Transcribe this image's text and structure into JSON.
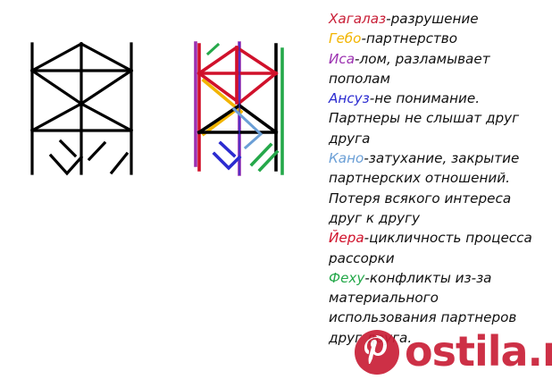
{
  "colors": {
    "hagalaz": "#c91f37",
    "gebo": "#f2b400",
    "isa": "#9b30b0",
    "ansuz": "#2b2bd0",
    "kano": "#6b9fd6",
    "yera": "#d0112b",
    "fehu": "#25a84a",
    "black": "#000000",
    "watermark": "#c91f37"
  },
  "legend": [
    {
      "rune": "Хагалаз",
      "text": "-разрушение"
    },
    {
      "rune": "Гебо",
      "text": "-партнерство"
    },
    {
      "rune": "Иса",
      "text": "-лом, разламывает пополам"
    },
    {
      "rune": "Ансуз",
      "text": "-не понимание. Партнеры не слышат друг друга"
    },
    {
      "rune": "Кано",
      "text": "-затухание, закрытие партнерских отношений. Потеря всякого интереса друг к другу"
    },
    {
      "rune": "Йера",
      "text": "-цикличность процесса рассорки"
    },
    {
      "rune": "Феху",
      "text": "-конфликты из-за материального использования партнеров друг друга."
    }
  ],
  "watermark": {
    "text": "ostila.ru",
    "icon": "pinterest-p-icon"
  }
}
